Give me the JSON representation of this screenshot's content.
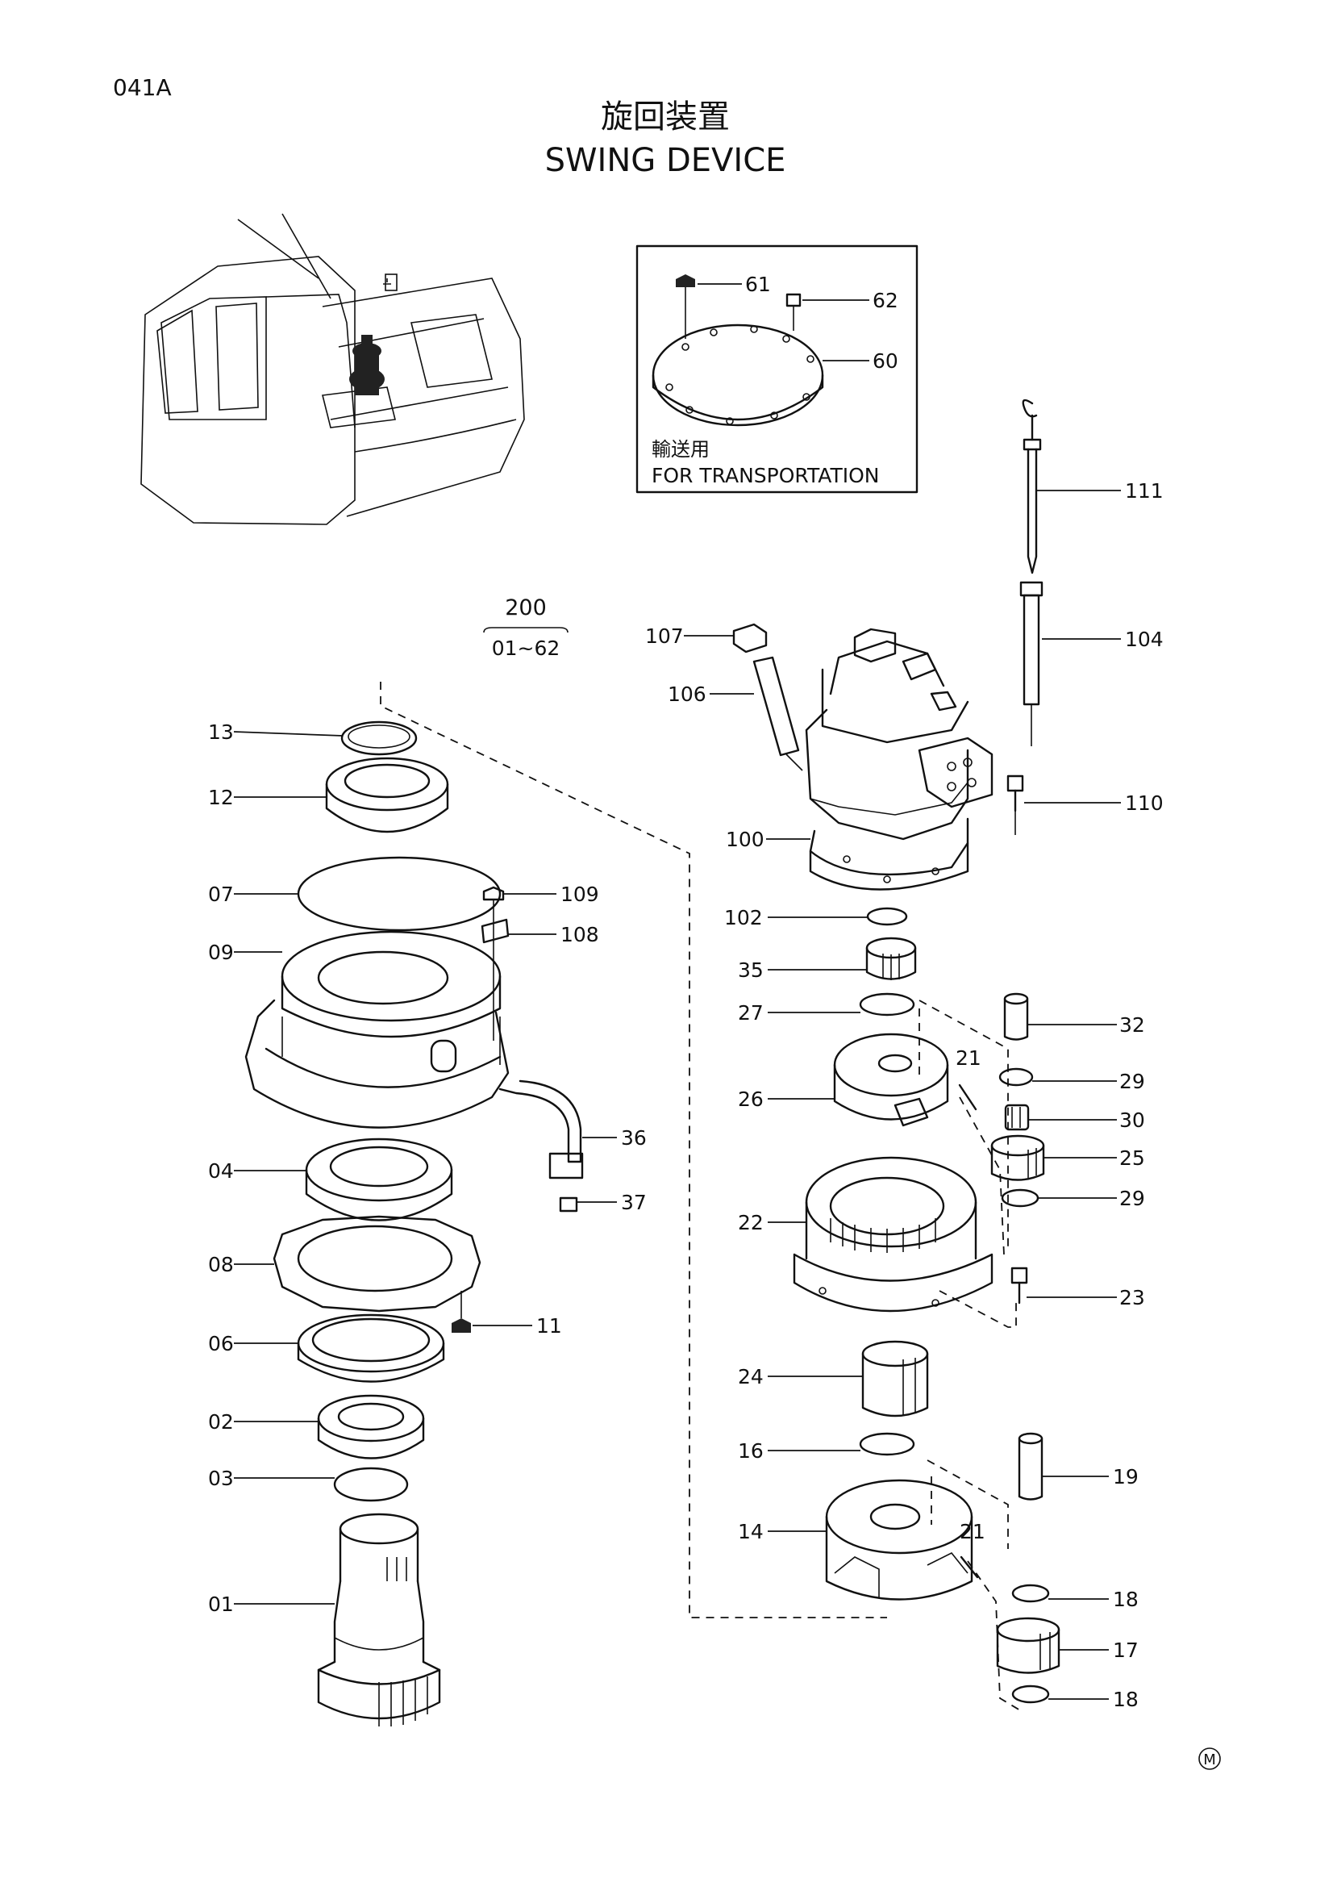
{
  "header": {
    "page_code": "041A",
    "title_jp": "旋回装置",
    "title_en": "SWING DEVICE"
  },
  "inset": {
    "label_jp": "輸送用",
    "label_en": "FOR TRANSPORTATION",
    "parts": [
      "61",
      "62",
      "60"
    ]
  },
  "assembly": {
    "number": "200",
    "range": "01~62"
  },
  "callouts": {
    "c13": "13",
    "c12": "12",
    "c07": "07",
    "c09": "09",
    "c04": "04",
    "c08": "08",
    "c06": "06",
    "c02": "02",
    "c03": "03",
    "c01": "01",
    "c109": "109",
    "c108": "108",
    "c36": "36",
    "c37": "37",
    "c11": "11",
    "c107": "107",
    "c106": "106",
    "c100": "100",
    "c111": "111",
    "c104": "104",
    "c110": "110",
    "c102": "102",
    "c35": "35",
    "c27": "27",
    "c32": "32",
    "c26": "26",
    "c21a": "21",
    "c29a": "29",
    "c30": "30",
    "c25": "25",
    "c29b": "29",
    "c22": "22",
    "c23": "23",
    "c24": "24",
    "c16": "16",
    "c19": "19",
    "c14": "14",
    "c21b": "21",
    "c18a": "18",
    "c17": "17",
    "c18b": "18"
  },
  "footer": {
    "mark": "M"
  }
}
